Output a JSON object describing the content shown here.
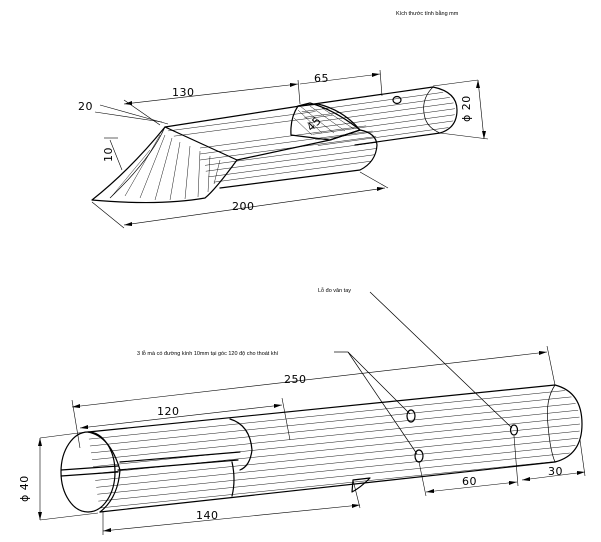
{
  "header_note": "Kích thước tính bằng mm",
  "top_part": {
    "dim_length_total": "200",
    "dim_length_trough": "130",
    "dim_length_tube": "65",
    "dim_diameter": "ϕ 20",
    "dim_tip_width": "20",
    "dim_tip_height": "10",
    "cut_angle": "45"
  },
  "bottom_part": {
    "dim_length_total": "250",
    "dim_length_slot": "120",
    "dim_length_lower": "140",
    "dim_diameter": "ϕ 40",
    "dim_hole_spacing": "60",
    "dim_end_offset": "30",
    "label_thumb_hole": "Lỗ đo vân tay",
    "label_vent_holes": "3 lỗ mà có đường kính 10mm tại góc 120 độ cho thoát khí"
  }
}
